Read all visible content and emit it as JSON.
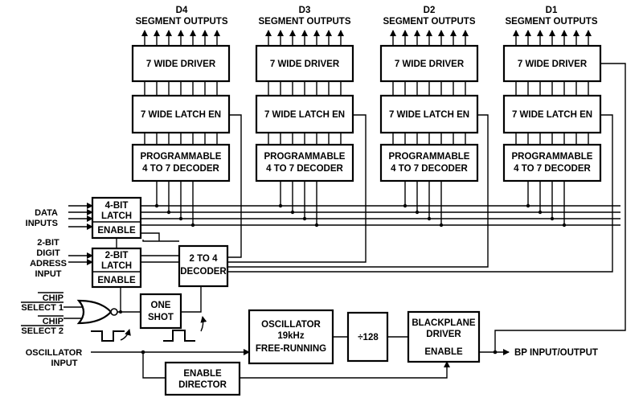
{
  "digits": [
    {
      "id": "D4",
      "outputs": "SEGMENT OUTPUTS",
      "driver": "7 WIDE DRIVER",
      "latch": "7 WIDE LATCH EN",
      "decoder_l1": "PROGRAMMABLE",
      "decoder_l2": "4 TO 7 DECODER"
    },
    {
      "id": "D3",
      "outputs": "SEGMENT OUTPUTS",
      "driver": "7 WIDE DRIVER",
      "latch": "7 WIDE LATCH EN",
      "decoder_l1": "PROGRAMMABLE",
      "decoder_l2": "4 TO 7 DECODER"
    },
    {
      "id": "D2",
      "outputs": "SEGMENT OUTPUTS",
      "driver": "7 WIDE DRIVER",
      "latch": "7 WIDE LATCH EN",
      "decoder_l1": "PROGRAMMABLE",
      "decoder_l2": "4 TO 7 DECODER"
    },
    {
      "id": "D1",
      "outputs": "SEGMENT OUTPUTS",
      "driver": "7 WIDE DRIVER",
      "latch": "7 WIDE LATCH EN",
      "decoder_l1": "PROGRAMMABLE",
      "decoder_l2": "4 TO 7 DECODER"
    }
  ],
  "latch4": {
    "l1": "4-BIT",
    "l2": "LATCH",
    "enable": "ENABLE"
  },
  "latch2": {
    "l1": "2-BIT",
    "l2": "LATCH",
    "enable": "ENABLE"
  },
  "decoder24": {
    "l1": "2 TO 4",
    "l2": "DECODER"
  },
  "one_shot": {
    "l1": "ONE",
    "l2": "SHOT"
  },
  "oscillator": {
    "l1": "OSCILLATOR",
    "l2": "19kHz",
    "l3": "FREE-RUNNING"
  },
  "divider": {
    "label": "÷128"
  },
  "backplane": {
    "l1": "BLACKPLANE",
    "l2": "DRIVER",
    "enable": "ENABLE"
  },
  "enable_director": {
    "l1": "ENABLE",
    "l2": "DIRECTOR"
  },
  "inputs": {
    "data_l1": "DATA",
    "data_l2": "INPUTS",
    "addr_l1": "2-BIT",
    "addr_l2": "DIGIT",
    "addr_l3": "ADRESS",
    "addr_l4": "INPUT",
    "cs1_a": "CHIP",
    "cs1_b": "SELECT 1",
    "cs2_a": "CHIP",
    "cs2_b": "SELECT 2",
    "osc_l1": "OSCILLATOR",
    "osc_l2": "INPUT"
  },
  "bp_output": "BP INPUT/OUTPUT"
}
